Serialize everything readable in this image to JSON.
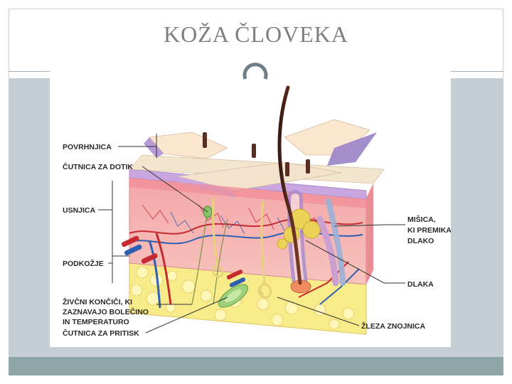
{
  "slide": {
    "title": "KOŽA ČLOVEKA"
  },
  "diagram": {
    "labels_left": {
      "povrhnjica": "POVRHNJICA",
      "cutnica_dotik": "ČUTNICA ZA DOTIK",
      "usnjica": "USNJICA",
      "podkozje": "PODKOŽJE",
      "zivcni_1": "ŽIVČNI KONČIČI, KI",
      "zivcni_2": "ZAZNAVAJO BOLEČINO",
      "zivcni_3": "IN TEMPERATURO",
      "cutnica_pritisk": "ČUTNICA ZA PRITISK"
    },
    "labels_right": {
      "misica_1": "MIŠICA,",
      "misica_2": "KI PREMIKA",
      "misica_3": "DLAKO",
      "dlaka": "DLAKA",
      "zleza": "ŽLEZA ZNOJNICA"
    }
  }
}
